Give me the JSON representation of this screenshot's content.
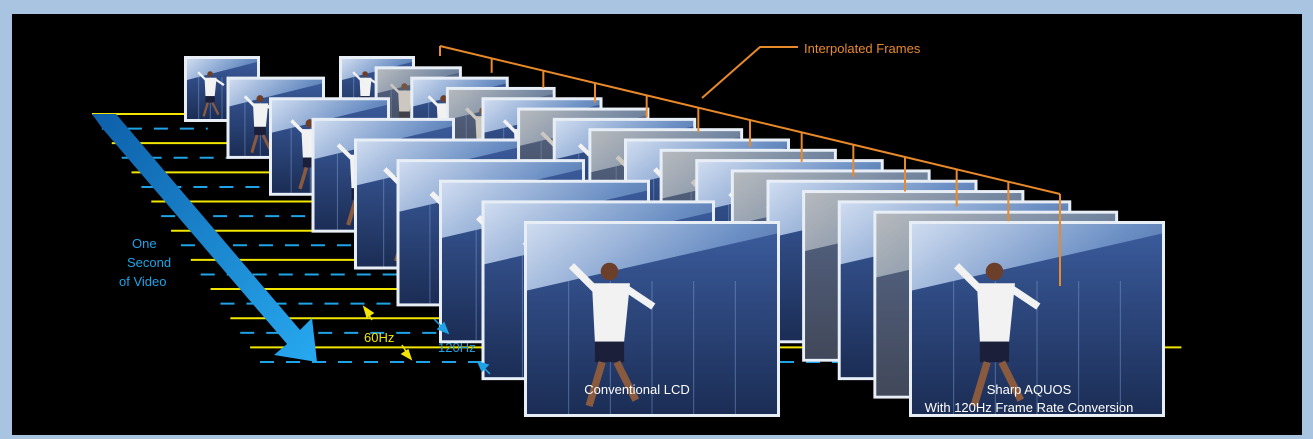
{
  "labels": {
    "interpolated": "Interpolated Frames",
    "one_second_line1": "One",
    "one_second_line2": "Second",
    "one_second_line3": "of Video",
    "hz60": "60Hz",
    "hz120": "120Hz",
    "conventional": "Conventional LCD",
    "sharp_line1": "Sharp AQUOS",
    "sharp_line2": "With 120Hz Frame  Rate Conversion"
  },
  "colors": {
    "background": "#000000",
    "page_border": "#a8c4e0",
    "yellow": "#f2e600",
    "blue": "#1fa3e6",
    "orange": "#e8892a",
    "arrow": "#1a8fe0",
    "text": "#ffffff"
  },
  "frames": {
    "conventional_count": 9,
    "aquos_count": 17,
    "interpolated_count": 8
  }
}
